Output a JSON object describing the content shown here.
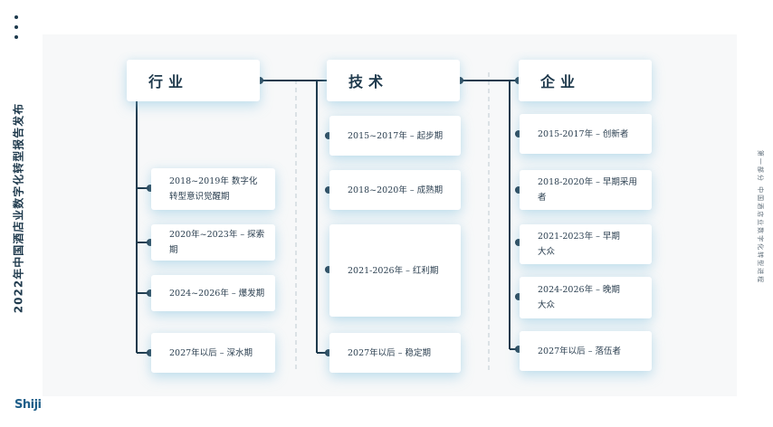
{
  "side_title": "2022年中国酒店业数字化转型报告发布",
  "right_note": "第一部分 中国酒店业数字化转型进程",
  "logo": "Shiji",
  "columns": [
    {
      "header": "行业",
      "items": [
        "2018~2019年 数字化转型意识觉醒期",
        "2020年~2023年 – 探索期",
        "2024~2026年 – 爆发期",
        "2027年以后 – 深水期"
      ]
    },
    {
      "header": "技术",
      "items": [
        "2015~2017年 – 起步期",
        "2018~2020年 – 成熟期",
        "2021-2026年 – 红利期",
        "2027年以后 – 稳定期"
      ]
    },
    {
      "header": "企业",
      "items": [
        "2015-2017年 – 创新者",
        "2018-2020年 – 早期采用者",
        "2021-2023年 – 早期大众",
        "2024-2026年 – 晚期大众",
        "2027年以后 – 落伍者"
      ]
    }
  ]
}
